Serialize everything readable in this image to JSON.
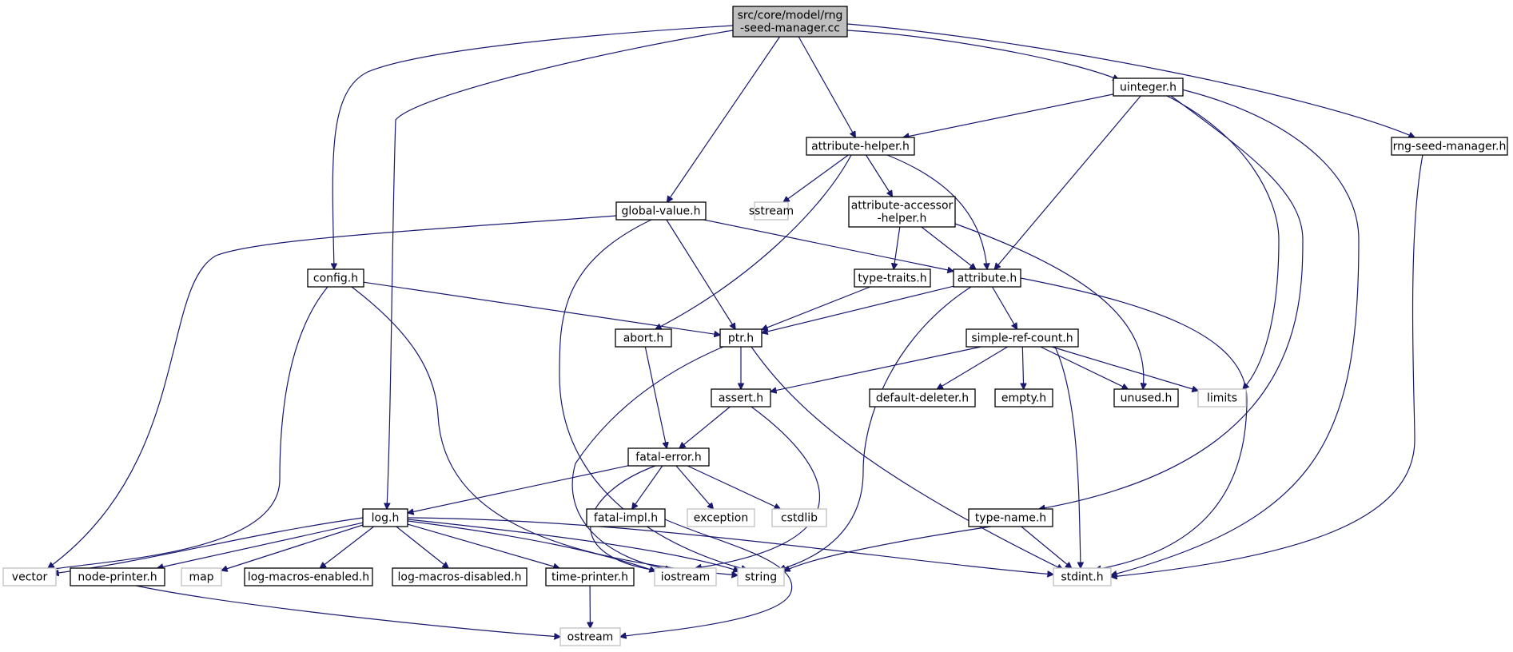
{
  "diagram": {
    "type": "include-dependency-graph",
    "colors": {
      "edge": "#191970",
      "root_fill": "#bfbfbf",
      "node_stroke": "#000000",
      "system_stroke": "#bfbfbf",
      "text": "#000000"
    },
    "nodes": [
      {
        "id": "root",
        "kind": "root",
        "lines": [
          "src/core/model/rng",
          "-seed-manager.cc"
        ]
      },
      {
        "id": "uinteger",
        "kind": "header",
        "lines": [
          "uinteger.h"
        ]
      },
      {
        "id": "rng_seed_manager_h",
        "kind": "header",
        "lines": [
          "rng-seed-manager.h"
        ]
      },
      {
        "id": "attribute_helper",
        "kind": "header",
        "lines": [
          "attribute-helper.h"
        ]
      },
      {
        "id": "sstream",
        "kind": "system",
        "lines": [
          "sstream"
        ]
      },
      {
        "id": "global_value",
        "kind": "header",
        "lines": [
          "global-value.h"
        ]
      },
      {
        "id": "attribute_accessor_helper",
        "kind": "header",
        "lines": [
          "attribute-accessor",
          "-helper.h"
        ]
      },
      {
        "id": "config",
        "kind": "header",
        "lines": [
          "config.h"
        ]
      },
      {
        "id": "type_traits",
        "kind": "header",
        "lines": [
          "type-traits.h"
        ]
      },
      {
        "id": "attribute",
        "kind": "header",
        "lines": [
          "attribute.h"
        ]
      },
      {
        "id": "abort",
        "kind": "header",
        "lines": [
          "abort.h"
        ]
      },
      {
        "id": "ptr",
        "kind": "header",
        "lines": [
          "ptr.h"
        ]
      },
      {
        "id": "simple_ref_count",
        "kind": "header",
        "lines": [
          "simple-ref-count.h"
        ]
      },
      {
        "id": "assert",
        "kind": "header",
        "lines": [
          "assert.h"
        ]
      },
      {
        "id": "default_deleter",
        "kind": "header",
        "lines": [
          "default-deleter.h"
        ]
      },
      {
        "id": "empty",
        "kind": "header",
        "lines": [
          "empty.h"
        ]
      },
      {
        "id": "unused",
        "kind": "header",
        "lines": [
          "unused.h"
        ]
      },
      {
        "id": "limits",
        "kind": "system",
        "lines": [
          "limits"
        ]
      },
      {
        "id": "fatal_error",
        "kind": "header",
        "lines": [
          "fatal-error.h"
        ]
      },
      {
        "id": "log",
        "kind": "header",
        "lines": [
          "log.h"
        ]
      },
      {
        "id": "fatal_impl",
        "kind": "header",
        "lines": [
          "fatal-impl.h"
        ]
      },
      {
        "id": "exception",
        "kind": "system",
        "lines": [
          "exception"
        ]
      },
      {
        "id": "cstdlib",
        "kind": "system",
        "lines": [
          "cstdlib"
        ]
      },
      {
        "id": "type_name",
        "kind": "header",
        "lines": [
          "type-name.h"
        ]
      },
      {
        "id": "vector",
        "kind": "system",
        "lines": [
          "vector"
        ]
      },
      {
        "id": "node_printer",
        "kind": "header",
        "lines": [
          "node-printer.h"
        ]
      },
      {
        "id": "map",
        "kind": "system",
        "lines": [
          "map"
        ]
      },
      {
        "id": "log_macros_enabled",
        "kind": "header",
        "lines": [
          "log-macros-enabled.h"
        ]
      },
      {
        "id": "log_macros_disabled",
        "kind": "header",
        "lines": [
          "log-macros-disabled.h"
        ]
      },
      {
        "id": "time_printer",
        "kind": "header",
        "lines": [
          "time-printer.h"
        ]
      },
      {
        "id": "iostream",
        "kind": "system",
        "lines": [
          "iostream"
        ]
      },
      {
        "id": "string",
        "kind": "system",
        "lines": [
          "string"
        ]
      },
      {
        "id": "stdint",
        "kind": "system",
        "lines": [
          "stdint.h"
        ]
      },
      {
        "id": "ostream",
        "kind": "system",
        "lines": [
          "ostream"
        ]
      }
    ],
    "edges": [
      [
        "root",
        "uinteger"
      ],
      [
        "root",
        "rng_seed_manager_h"
      ],
      [
        "root",
        "attribute_helper"
      ],
      [
        "root",
        "global_value"
      ],
      [
        "root",
        "config"
      ],
      [
        "root",
        "log"
      ],
      [
        "uinteger",
        "attribute_helper"
      ],
      [
        "uinteger",
        "attribute"
      ],
      [
        "uinteger",
        "limits"
      ],
      [
        "uinteger",
        "type_name"
      ],
      [
        "uinteger",
        "stdint"
      ],
      [
        "rng_seed_manager_h",
        "stdint"
      ],
      [
        "attribute_helper",
        "sstream"
      ],
      [
        "attribute_helper",
        "attribute_accessor_helper"
      ],
      [
        "attribute_helper",
        "attribute"
      ],
      [
        "attribute_helper",
        "abort"
      ],
      [
        "global_value",
        "attribute"
      ],
      [
        "global_value",
        "ptr"
      ],
      [
        "global_value",
        "vector"
      ],
      [
        "global_value",
        "string"
      ],
      [
        "attribute_accessor_helper",
        "type_traits"
      ],
      [
        "attribute_accessor_helper",
        "attribute"
      ],
      [
        "attribute_accessor_helper",
        "unused"
      ],
      [
        "config",
        "ptr"
      ],
      [
        "config",
        "vector"
      ],
      [
        "config",
        "string"
      ],
      [
        "type_traits",
        "ptr"
      ],
      [
        "attribute",
        "ptr"
      ],
      [
        "attribute",
        "simple_ref_count"
      ],
      [
        "attribute",
        "string"
      ],
      [
        "attribute",
        "stdint"
      ],
      [
        "abort",
        "fatal_error"
      ],
      [
        "ptr",
        "assert"
      ],
      [
        "ptr",
        "iostream"
      ],
      [
        "ptr",
        "stdint"
      ],
      [
        "simple_ref_count",
        "assert"
      ],
      [
        "simple_ref_count",
        "default_deleter"
      ],
      [
        "simple_ref_count",
        "empty"
      ],
      [
        "simple_ref_count",
        "unused"
      ],
      [
        "simple_ref_count",
        "limits"
      ],
      [
        "simple_ref_count",
        "stdint"
      ],
      [
        "assert",
        "fatal_error"
      ],
      [
        "assert",
        "iostream"
      ],
      [
        "fatal_error",
        "log"
      ],
      [
        "fatal_error",
        "fatal_impl"
      ],
      [
        "fatal_error",
        "exception"
      ],
      [
        "fatal_error",
        "cstdlib"
      ],
      [
        "fatal_error",
        "iostream"
      ],
      [
        "fatal_impl",
        "ostream"
      ],
      [
        "log",
        "vector"
      ],
      [
        "log",
        "node_printer"
      ],
      [
        "log",
        "map"
      ],
      [
        "log",
        "log_macros_enabled"
      ],
      [
        "log",
        "log_macros_disabled"
      ],
      [
        "log",
        "time_printer"
      ],
      [
        "log",
        "iostream"
      ],
      [
        "log",
        "string"
      ],
      [
        "log",
        "stdint"
      ],
      [
        "type_name",
        "string"
      ],
      [
        "type_name",
        "stdint"
      ],
      [
        "node_printer",
        "ostream"
      ],
      [
        "time_printer",
        "ostream"
      ]
    ]
  }
}
